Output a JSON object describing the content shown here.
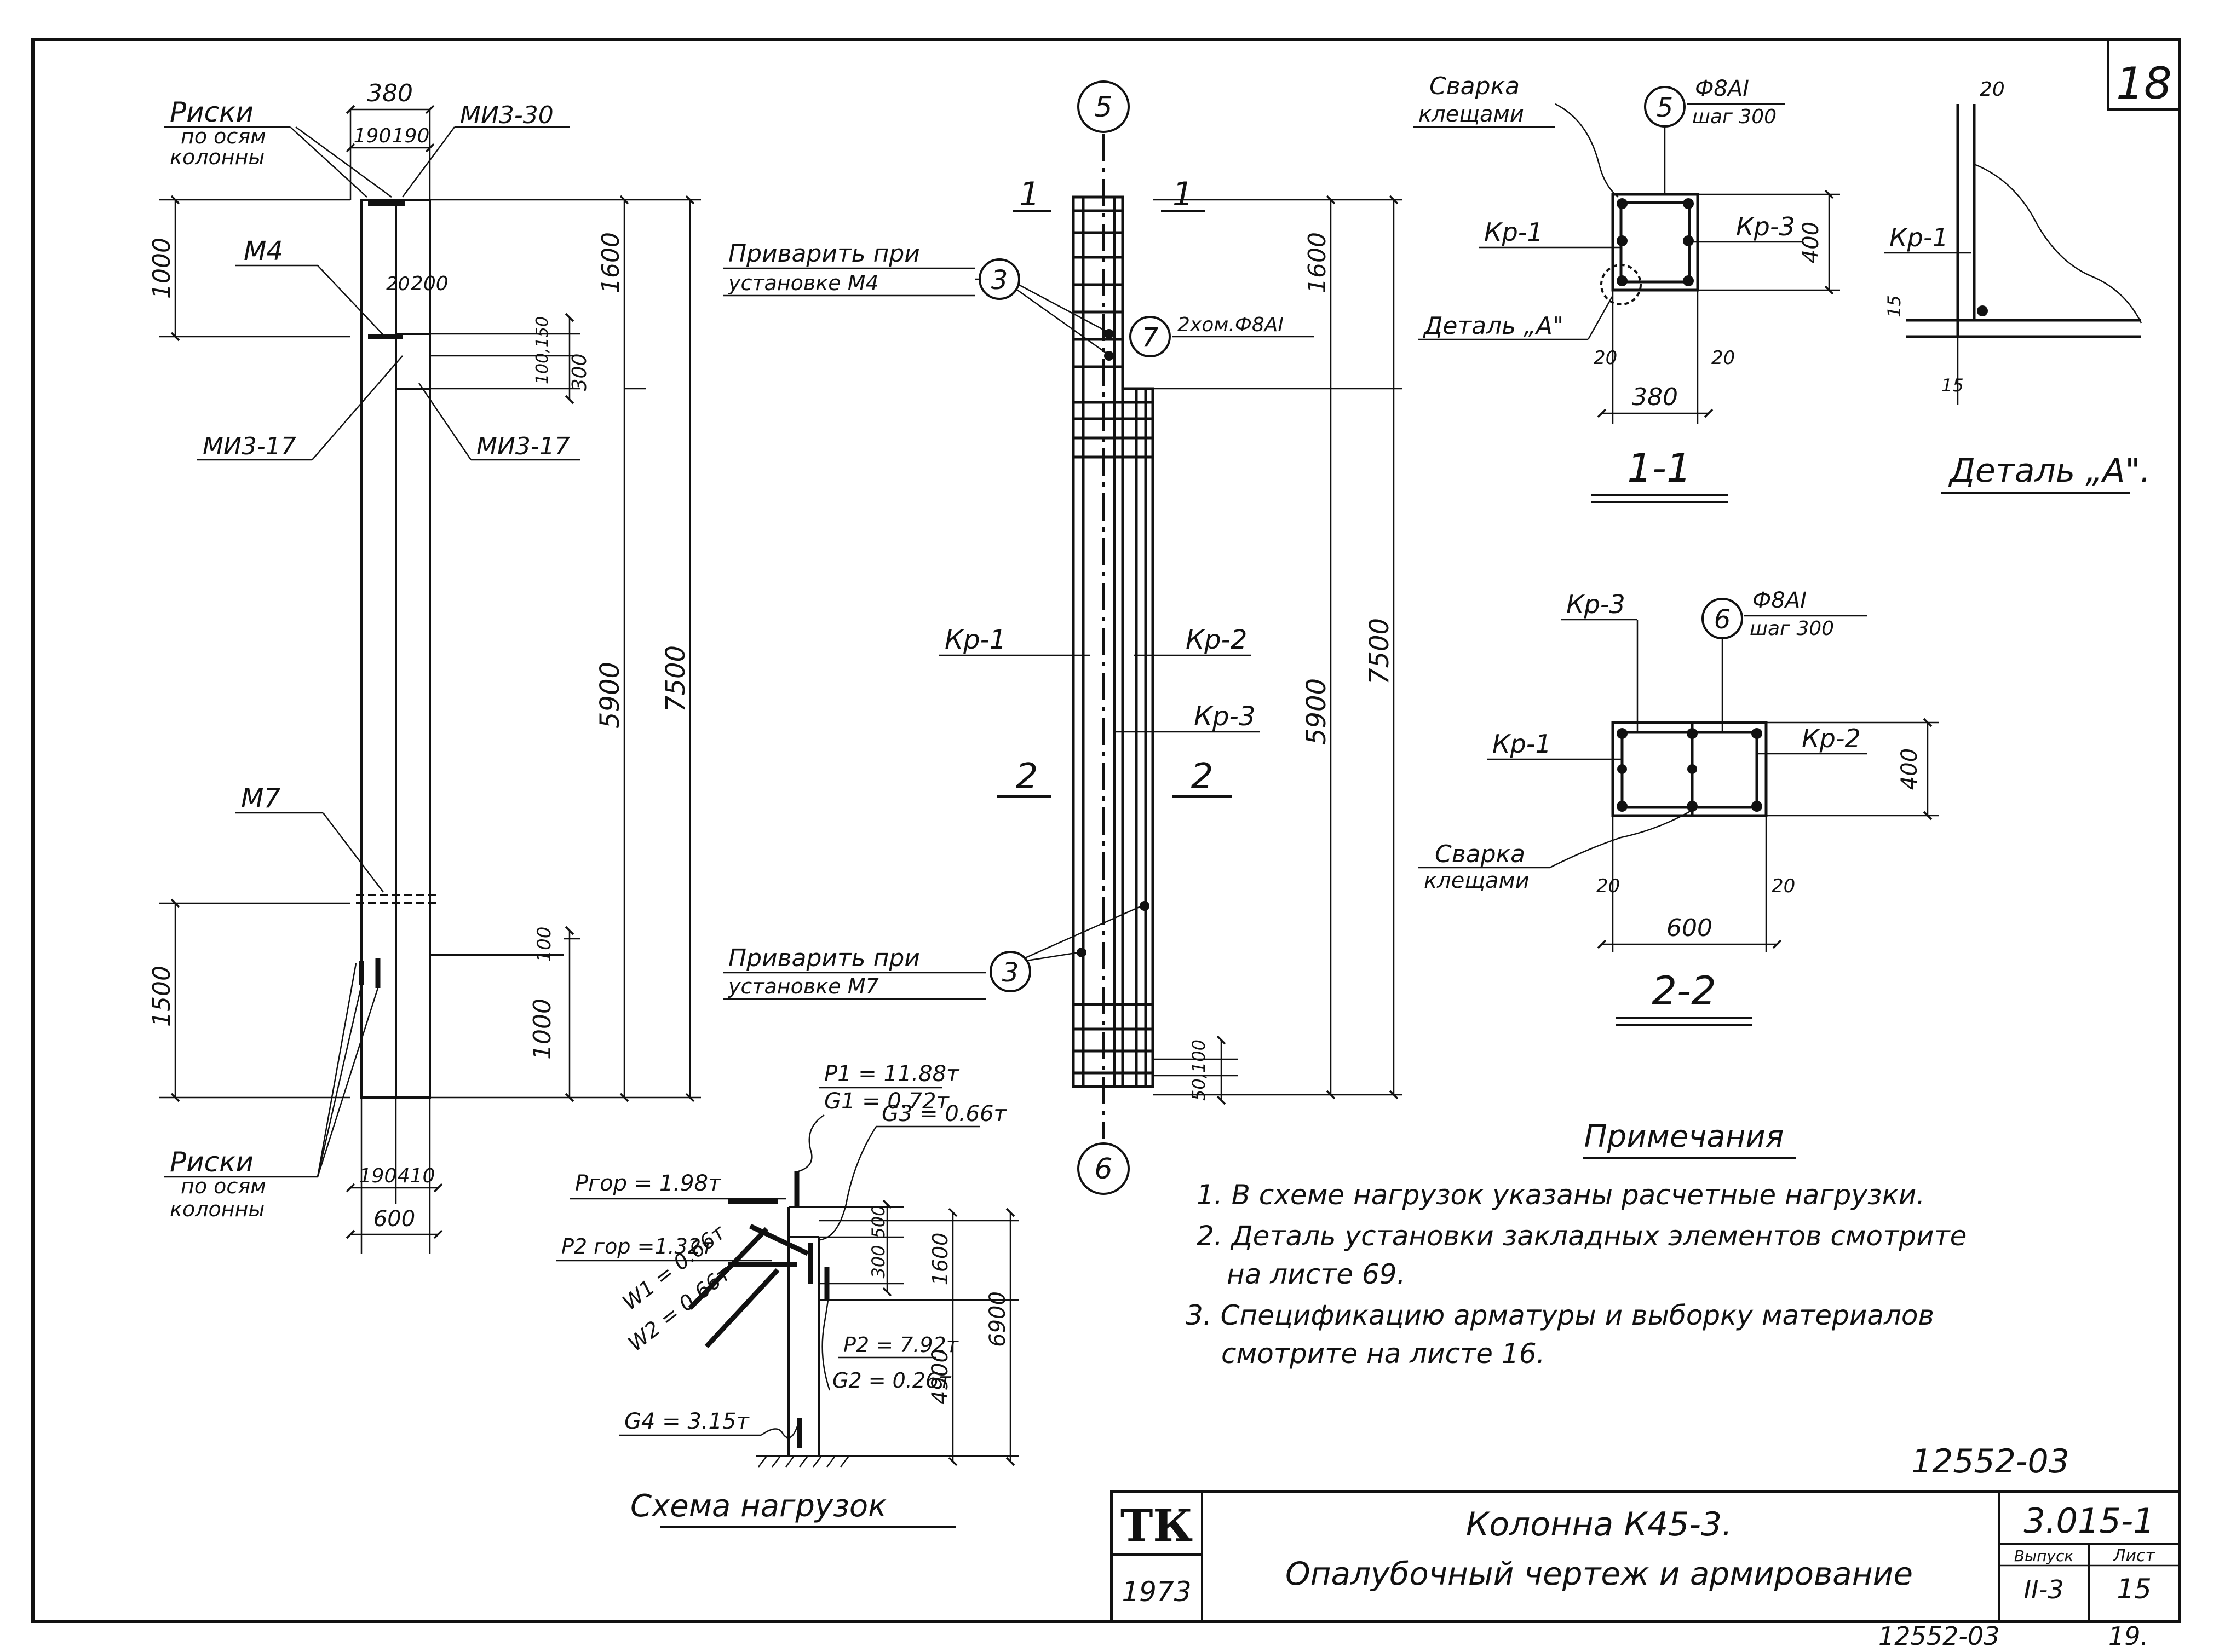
{
  "sheet": {
    "sheet_no_top": "18",
    "code_top": "12552-03",
    "code_bottom": "12552-03",
    "page_bottom": "19."
  },
  "elevation": {
    "risks_top_1": "Риски",
    "risks_top_2": "по осям",
    "risks_top_3": "колонны",
    "dim_380": "380",
    "dim_190a": "190",
    "dim_190b": "190",
    "mi3_30": "МИ3-30",
    "m4": "М4",
    "dim_20": "20",
    "dim_200": "200",
    "mi3_17_left": "МИ3-17",
    "mi3_17_right": "МИ3-17",
    "dim_1000_top": "1000",
    "dim_1600": "1600",
    "dim_100_150": "100,150",
    "dim_300": "300",
    "dim_5900": "5900",
    "dim_7500": "7500",
    "m7": "М7",
    "dim_1500": "1500",
    "dim_100": "100",
    "dim_1000_bot": "1000",
    "risks_bot_1": "Риски",
    "risks_bot_2": "по осям",
    "risks_bot_3": "колонны",
    "dim_190c": "190",
    "dim_410": "410",
    "dim_600": "600"
  },
  "reinforcement": {
    "axis_5": "5",
    "axis_6": "6",
    "sec1_left": "1",
    "sec1_right": "1",
    "weld_m4_1": "Приварить при",
    "weld_m4_2": "установке М4",
    "mark_3_top": "3",
    "mark_7": "7",
    "note_7": "2хом.Ф8АI",
    "dim_1600": "1600",
    "kr1": "Кр-1",
    "kr2": "Кр-2",
    "kr3": "Кр-3",
    "sec2_left": "2",
    "sec2_right": "2",
    "dim_5900": "5900",
    "dim_7500": "7500",
    "weld_m7_1": "Приварить при",
    "weld_m7_2": "установке М7",
    "mark_3_bot": "3",
    "dim_50_100": "50,100"
  },
  "section11": {
    "weld_1": "Сварка",
    "weld_2": "клещами",
    "mark": "5",
    "bar_1": "Ф8АI",
    "bar_2": "шаг 300",
    "kr1": "Кр-1",
    "kr3": "Кр-3",
    "dim_400": "400",
    "detail": "Деталь „А\"",
    "dim_20a": "20",
    "dim_20b": "20",
    "dim_380": "380",
    "title": "1-1"
  },
  "detailA": {
    "dim_20": "20",
    "kr1": "Кр-1",
    "dim_15a": "15",
    "dim_15b": "15",
    "title": "Деталь „А\"."
  },
  "section22": {
    "kr3": "Кр-3",
    "mark": "6",
    "bar_1": "Ф8АI",
    "bar_2": "шаг 300",
    "kr1": "Кр-1",
    "kr2": "Кр-2",
    "dim_400": "400",
    "weld_1": "Сварка",
    "weld_2": "клещами",
    "dim_20a": "20",
    "dim_20b": "20",
    "dim_600": "600",
    "title": "2-2"
  },
  "loads": {
    "p1": "P1 = 11.88т",
    "g1": "G1 = 0.72т",
    "g3": "G3 = 0.66т",
    "p_hor1": "Pгор = 1.98т",
    "p_hor2": "P2 гор =1.32т",
    "w1": "W1 = 0.66т",
    "w2": "W2 = 0.66т",
    "dim_500": "500",
    "dim_300": "300",
    "dim_1600": "1600",
    "p2": "P2 = 7.92т",
    "g2": "G2 = 0.26т",
    "dim_4900": "4900",
    "dim_6900": "6900",
    "g4": "G4 = 3.15т",
    "title": "Схема нагрузок"
  },
  "notes": {
    "title": "Примечания",
    "n1": "1. В схеме нагрузок указаны расчетные нагрузки.",
    "n2a": "2. Деталь установки закладных элементов смотрите",
    "n2b": "на листе 69.",
    "n3a": "3. Спецификацию арматуры и выборку материалов",
    "n3b": "смотрите на листе 16."
  },
  "title_block": {
    "logo": "ТК",
    "year": "1973",
    "title_line1": "Колонна К45-3.",
    "title_line2": "Опалубочный чертеж и армирование",
    "series": "3.015-1",
    "issue_label": "Выпуск",
    "issue_value": "II-3",
    "sheet_label": "Лист",
    "sheet_value": "15"
  }
}
